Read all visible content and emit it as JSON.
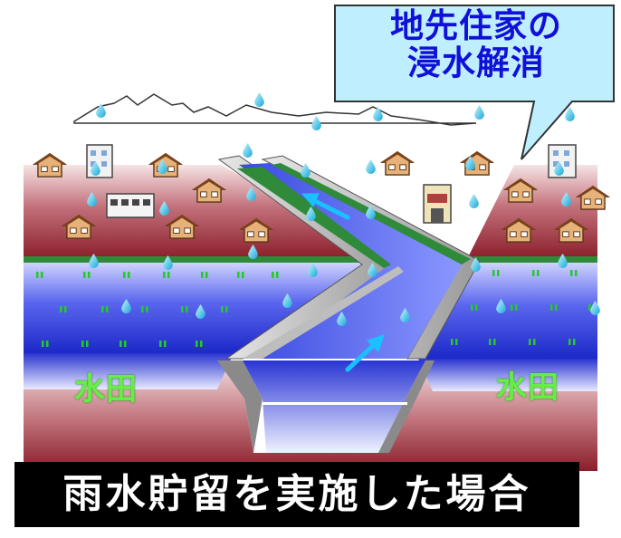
{
  "callout": {
    "line1": "地先住家の",
    "line2": "浸水解消"
  },
  "labels": {
    "paddy_left": "水田",
    "paddy_right": "水田"
  },
  "caption": "雨水貯留を実施した場合",
  "colors": {
    "callout_bg": "#bfefff",
    "callout_text": "#1010d8",
    "land": "#8c1f2a",
    "paddy_water": "#2a3ad8",
    "channel_water": "#4056e6",
    "levee_green": "#2f8a3a",
    "label_green": "#66ee44",
    "arrow": "#19c2ff",
    "caption_bg": "#000000",
    "caption_text": "#ffffff"
  },
  "icons": [
    "house-icon",
    "building-icon",
    "raindrop-icon",
    "flow-arrow-icon",
    "rice-sprout-icon"
  ]
}
